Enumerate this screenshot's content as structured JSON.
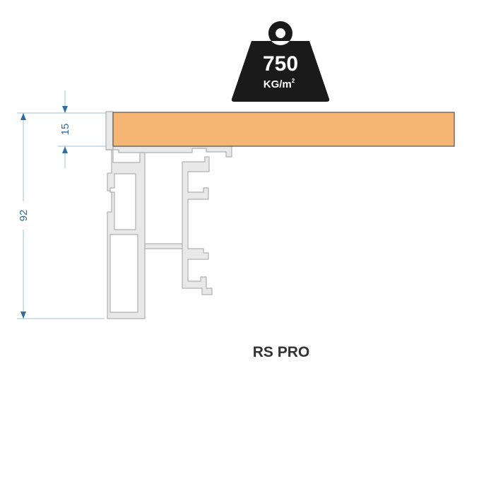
{
  "weight_badge": {
    "value": "750",
    "unit": "KG/m",
    "unit_superscript": "2",
    "color": "#1a1a1a"
  },
  "dimensions": {
    "top_thickness": "15",
    "total_height": "92",
    "color": "#2f6f9f"
  },
  "product_name": "RS PRO",
  "colors": {
    "board": "#f5b574",
    "board_stroke": "#555555",
    "profile_fill": "#e8e8e8",
    "profile_stroke": "#b0b0b0"
  }
}
